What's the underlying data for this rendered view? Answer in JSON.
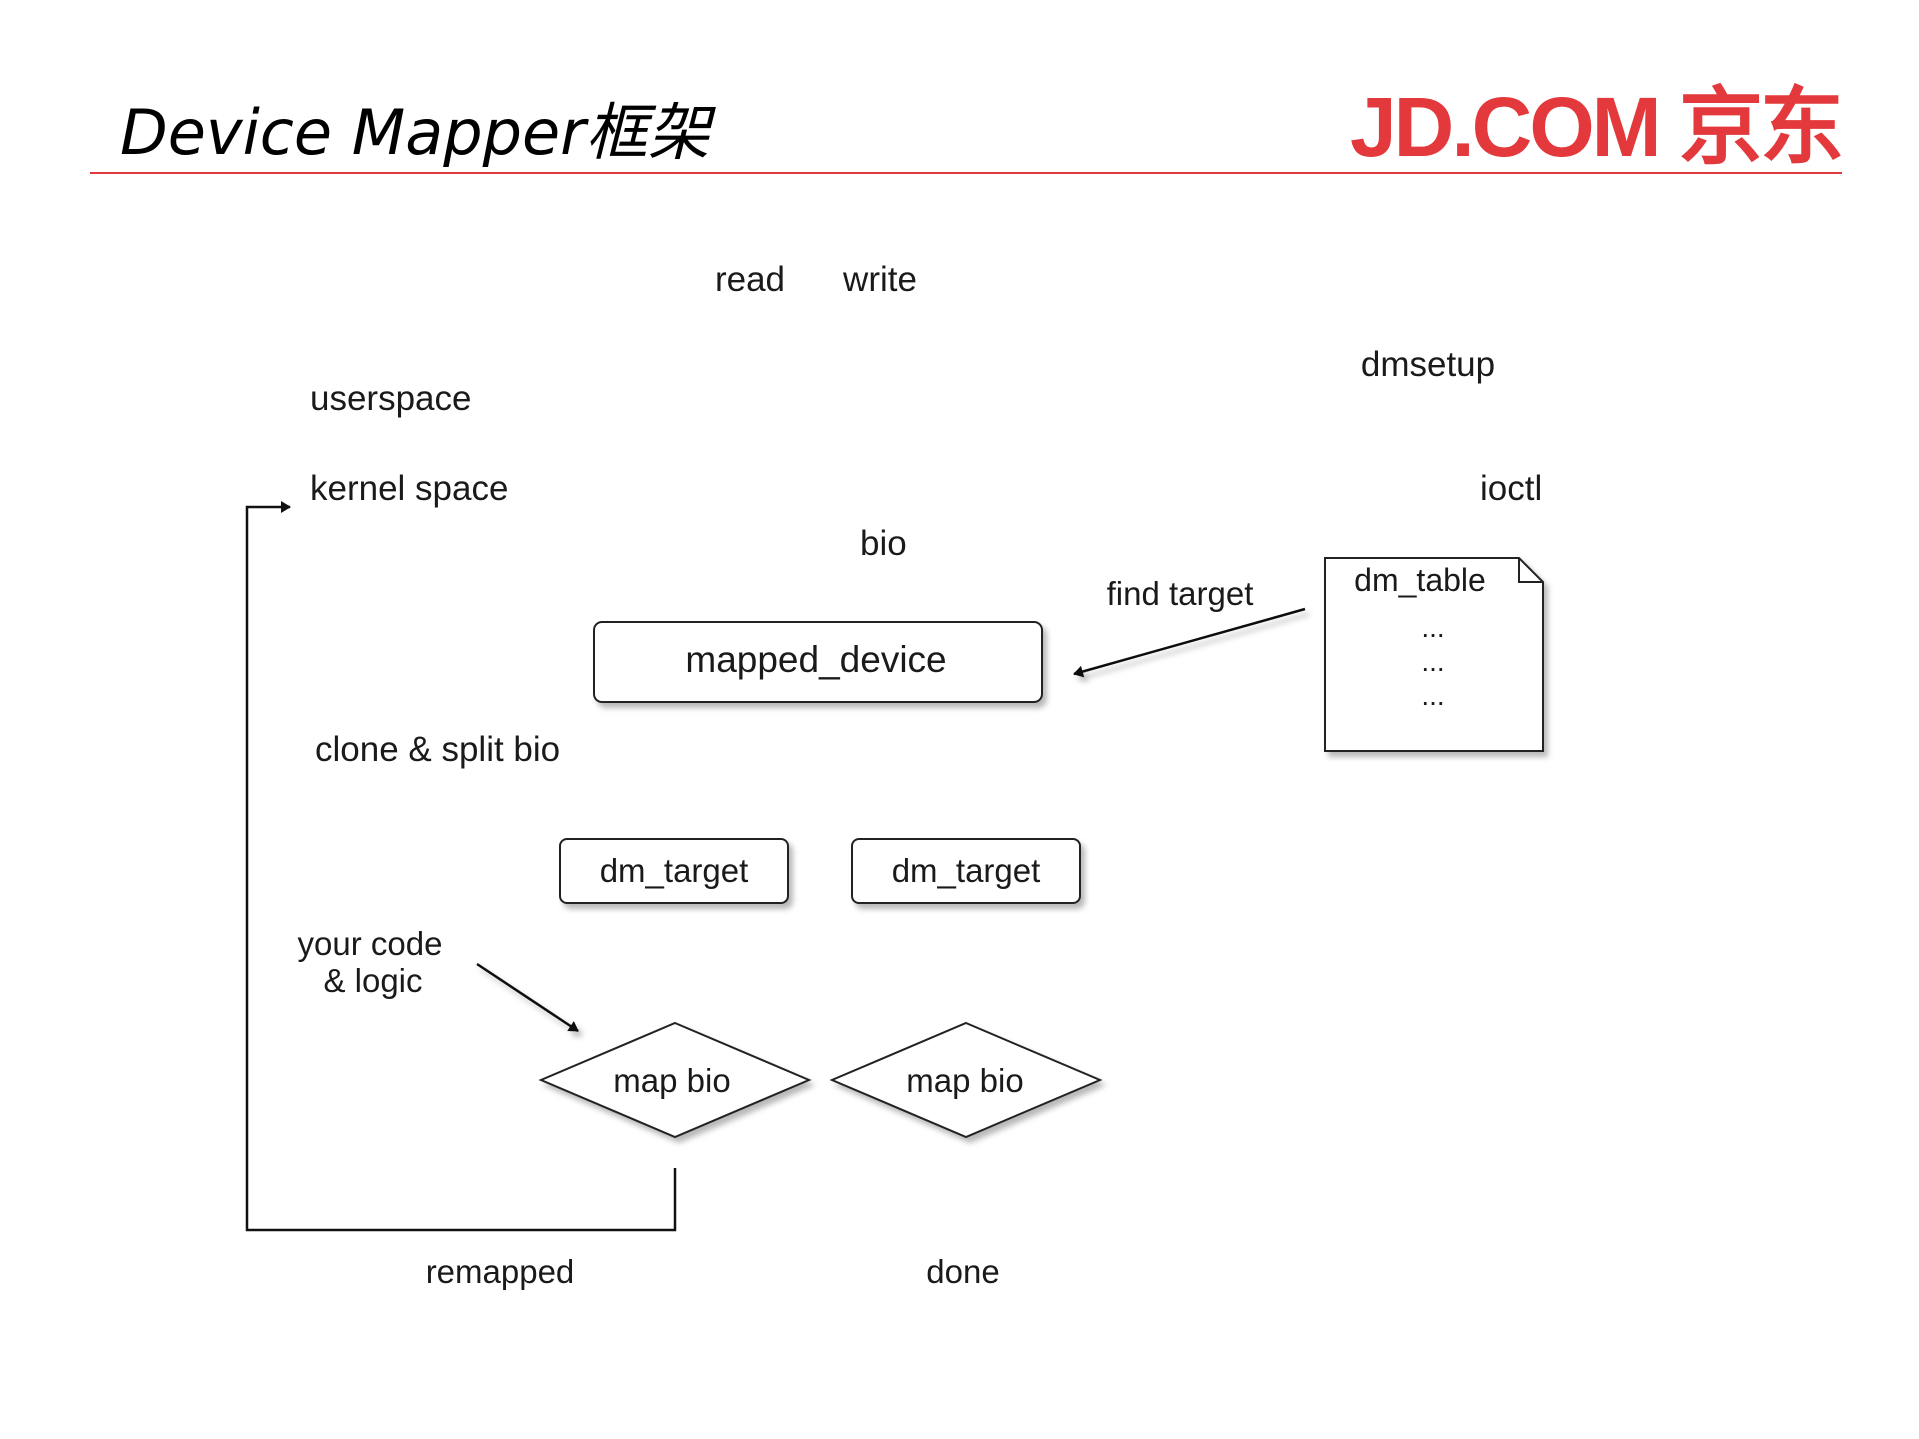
{
  "slide": {
    "title": "Device Mapper框架",
    "brand": "JD.COM 京东",
    "accent_color": "#e4393c"
  },
  "diagram": {
    "labels": {
      "read": "read",
      "write": "write",
      "userspace": "userspace",
      "kernel_space": "kernel space",
      "dmsetup": "dmsetup",
      "ioctl": "ioctl",
      "bio": "bio",
      "find_target": "find target",
      "clone_split": "clone & split bio",
      "your_code_1": "your code",
      "your_code_2": "& logic",
      "remapped": "remapped",
      "done": "done"
    },
    "nodes": {
      "mapped_device": "mapped_device",
      "dm_table": "dm_table",
      "dm_table_rows": [
        "...",
        "...",
        "..."
      ],
      "dm_target_left": "dm_target",
      "dm_target_right": "dm_target",
      "map_bio_left": "map bio",
      "map_bio_right": "map bio"
    }
  }
}
